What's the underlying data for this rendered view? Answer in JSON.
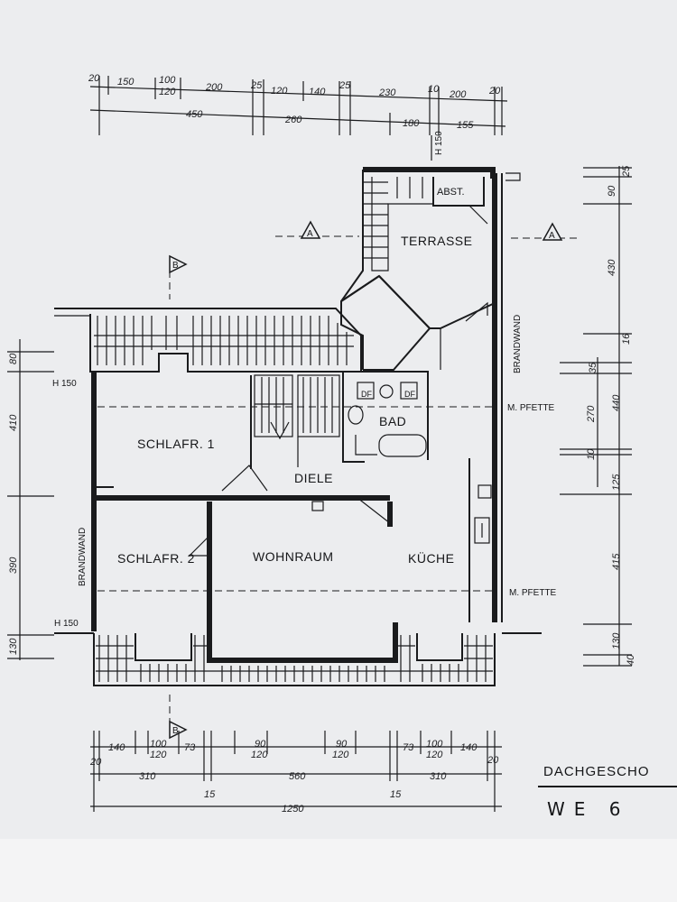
{
  "rooms": {
    "terrasse": "TERRASSE",
    "abst": "ABST.",
    "schlafr1": "SCHLAFR. 1",
    "schlafr2": "SCHLAFR. 2",
    "diele": "DIELE",
    "bad": "BAD",
    "wohnraum": "WOHNRAUM",
    "kueche": "KÜCHE"
  },
  "labels": {
    "brandwand_left": "BRANDWAND",
    "brandwand_right": "BRANDWAND",
    "pfette_top": "M. PFETTE",
    "pfette_bottom": "M. PFETTE",
    "h150_top": "H 150",
    "h150_left_top": "H 150",
    "h150_left_bottom": "H 150",
    "df1": "DF",
    "df2": "DF",
    "section_a": "A",
    "section_b": "B",
    "title": "DACHGESCHO",
    "unit": "WE 6"
  },
  "dims_top_row1": [
    "20",
    "150",
    "100",
    "120",
    "200",
    "25",
    "120",
    "140",
    "25",
    "230",
    "10",
    "200",
    "20"
  ],
  "dims_top_row2": [
    "450",
    "260",
    "180",
    "155"
  ],
  "dims_right_col1": [
    "25",
    "90",
    "430",
    "16",
    "35",
    "270",
    "10",
    "125",
    "415",
    "130",
    "40"
  ],
  "dims_right_col2": [
    "440"
  ],
  "dims_left_col": [
    "80",
    "410",
    "390",
    "130"
  ],
  "dims_bottom_row1": [
    "20",
    "140",
    "100",
    "120",
    "73",
    "90",
    "120",
    "90",
    "120",
    "73",
    "100",
    "120",
    "140",
    "20"
  ],
  "dims_bottom_row2": [
    "310",
    "15",
    "560",
    "15",
    "310"
  ],
  "dims_bottom_total": "1250"
}
